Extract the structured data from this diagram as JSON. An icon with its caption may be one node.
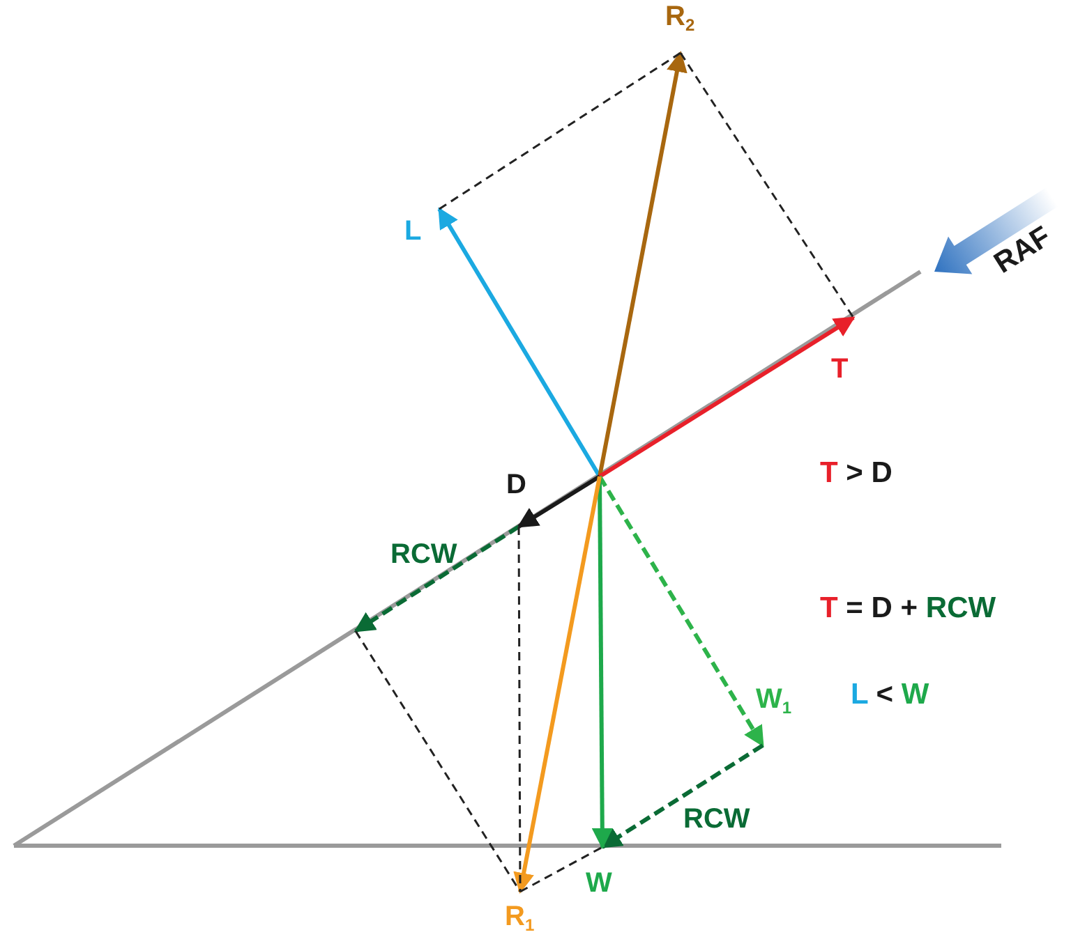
{
  "diagram": {
    "nodes": [
      {
        "text": [
          "L"
        ]
      },
      {
        "text": [
          "R$_{2}$"
        ]
      },
      {
        "text": [
          "T"
        ]
      },
      {
        "text": [
          "D"
        ]
      },
      {
        "text": [
          "RCW"
        ]
      },
      {
        "text": [
          "W$_{1}$"
        ]
      },
      {
        "text": [
          "W"
        ]
      },
      {
        "text": [
          "R$_{1}$"
        ]
      }
    ],
    "edges": [
      {
        "from": null,
        "to": 0,
        "arrow": "to",
        "color": "#1ba9e1"
      },
      {
        "from": null,
        "to": 1,
        "arrow": "to",
        "color": "#a8670f"
      },
      {
        "from": null,
        "to": 2,
        "arrow": "to",
        "color": "#e8202a"
      },
      {
        "from": null,
        "to": 3,
        "arrow": "to",
        "color": "#1a1a1a"
      },
      {
        "from": 3,
        "to": 4,
        "arrow": "to",
        "style": "dashed",
        "color": "#0a6b35"
      },
      {
        "from": null,
        "to": 5,
        "arrow": "to",
        "style": "dashed",
        "color": "#2db34a"
      },
      {
        "from": 5,
        "to": 6,
        "arrow": "to",
        "style": "dashed",
        "color": "#0a6b35",
        "label": "RCW"
      },
      {
        "from": null,
        "to": 6,
        "arrow": "to",
        "color": "#1ea94b"
      },
      {
        "from": null,
        "to": 7,
        "arrow": "to",
        "color": "#f39a1f"
      },
      {
        "from": 0,
        "to": 1,
        "arrow": "none",
        "style": "dashed",
        "color": "#222222"
      },
      {
        "from": 1,
        "to": 2,
        "arrow": "none",
        "style": "dashed",
        "color": "#222222"
      },
      {
        "from": 3,
        "to": 7,
        "arrow": "none",
        "style": "dashed",
        "color": "#222222"
      },
      {
        "from": 4,
        "to": 7,
        "arrow": "none",
        "style": "dashed",
        "color": "#222222"
      },
      {
        "from": 7,
        "to": 6,
        "arrow": "none",
        "style": "dashed",
        "color": "#222222"
      }
    ],
    "labels": [
      "RAF",
      "T > D",
      "T = D + RCW",
      "L < W"
    ]
  }
}
